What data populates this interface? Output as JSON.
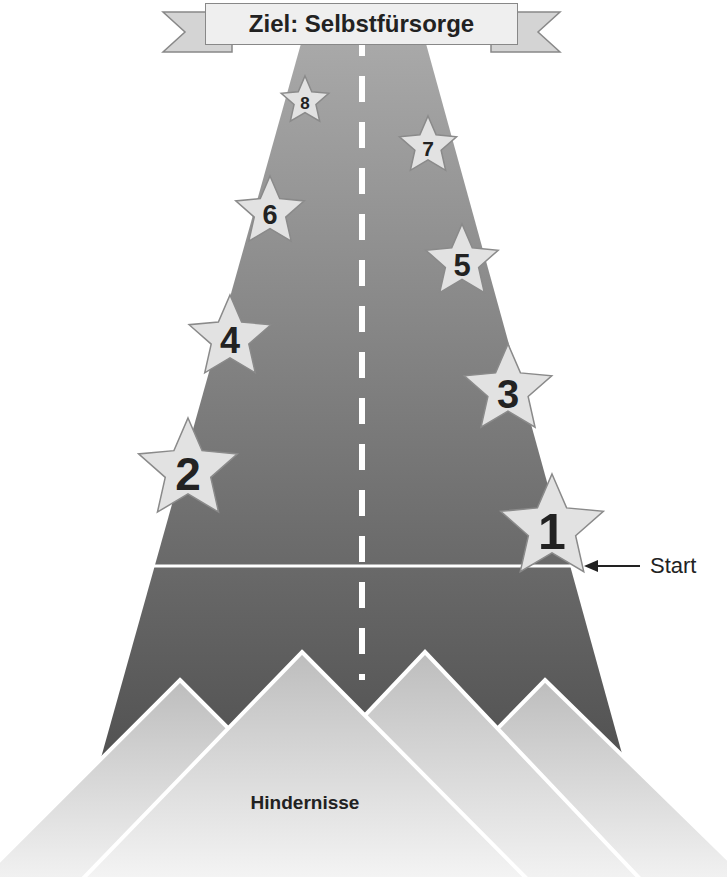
{
  "diagram": {
    "nodes": [
      {
        "text": [
          "Ziel: Selbstfürsorge"
        ]
      },
      {
        "text": [
          "1"
        ]
      },
      {
        "text": [
          "2"
        ]
      },
      {
        "text": [
          "3"
        ]
      },
      {
        "text": [
          "4"
        ]
      },
      {
        "text": [
          "5"
        ]
      },
      {
        "text": [
          "6"
        ]
      },
      {
        "text": [
          "7"
        ]
      },
      {
        "text": [
          "8"
        ]
      },
      {
        "text": [
          "Hindernisse"
        ]
      }
    ],
    "labels": [
      "Start"
    ]
  }
}
